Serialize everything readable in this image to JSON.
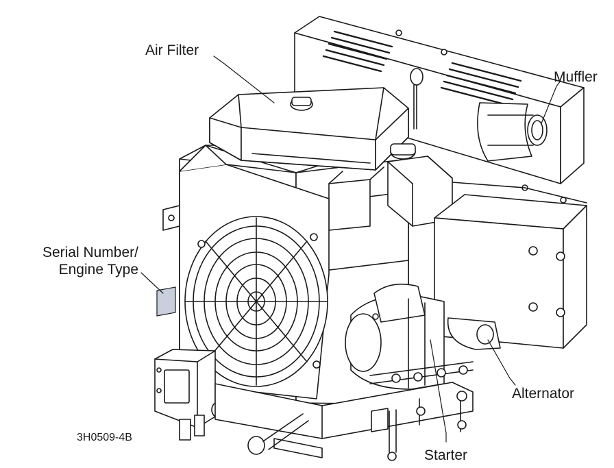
{
  "labels": {
    "air_filter": "Air Filter",
    "muffler": "Muffler",
    "serial_number_line1": "Serial Number/",
    "serial_number_line2": "Engine Type",
    "alternator": "Alternator",
    "starter": "Starter"
  },
  "figure_id": "3H0509-4B",
  "colors": {
    "line": "#1a1a1a",
    "paper": "#ffffff",
    "serial_plate": "#c9cfdc"
  }
}
